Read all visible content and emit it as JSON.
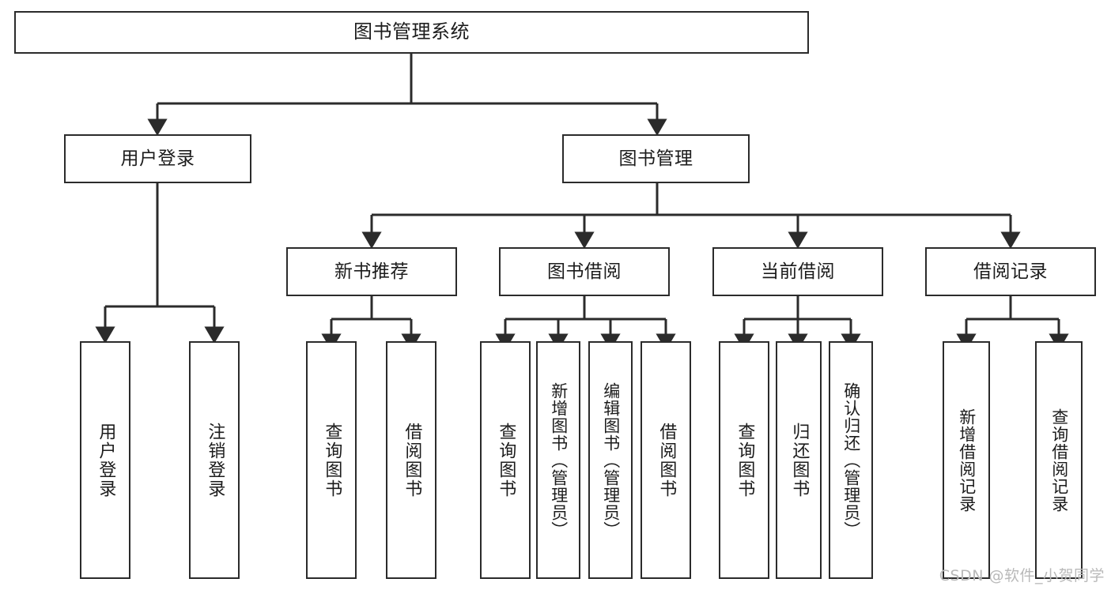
{
  "diagram": {
    "type": "tree",
    "title": "图书管理系统",
    "orientation": "top-down",
    "colors": {
      "node_border": "#2b2b2b",
      "node_fill": "#ffffff",
      "edge": "#2b2b2b",
      "text": "#1c1c1c",
      "watermark": "#b9b9b9",
      "background": "#ffffff"
    },
    "root": {
      "label": "图书管理系统"
    },
    "level2": [
      {
        "label": "用户登录"
      },
      {
        "label": "图书管理"
      }
    ],
    "level3": [
      {
        "label": "新书推荐"
      },
      {
        "label": "图书借阅"
      },
      {
        "label": "当前借阅"
      },
      {
        "label": "借阅记录"
      }
    ],
    "leaves": {
      "user_login": [
        {
          "label": "用户登录"
        },
        {
          "label": "注销登录"
        }
      ],
      "new_book_recommend": [
        {
          "label": "查询图书"
        },
        {
          "label": "借阅图书"
        }
      ],
      "book_borrow": [
        {
          "label": "查询图书"
        },
        {
          "label": "新增图书（管理员）"
        },
        {
          "label": "编辑图书（管理员）"
        },
        {
          "label": "借阅图书"
        }
      ],
      "current_borrow": [
        {
          "label": "查询图书"
        },
        {
          "label": "归还图书"
        },
        {
          "label": "确认归还（管理员）"
        }
      ],
      "borrow_record": [
        {
          "label": "新增借阅记录"
        },
        {
          "label": "查询借阅记录"
        }
      ]
    }
  },
  "watermark": {
    "text": "CSDN @软件_小贺同学"
  }
}
